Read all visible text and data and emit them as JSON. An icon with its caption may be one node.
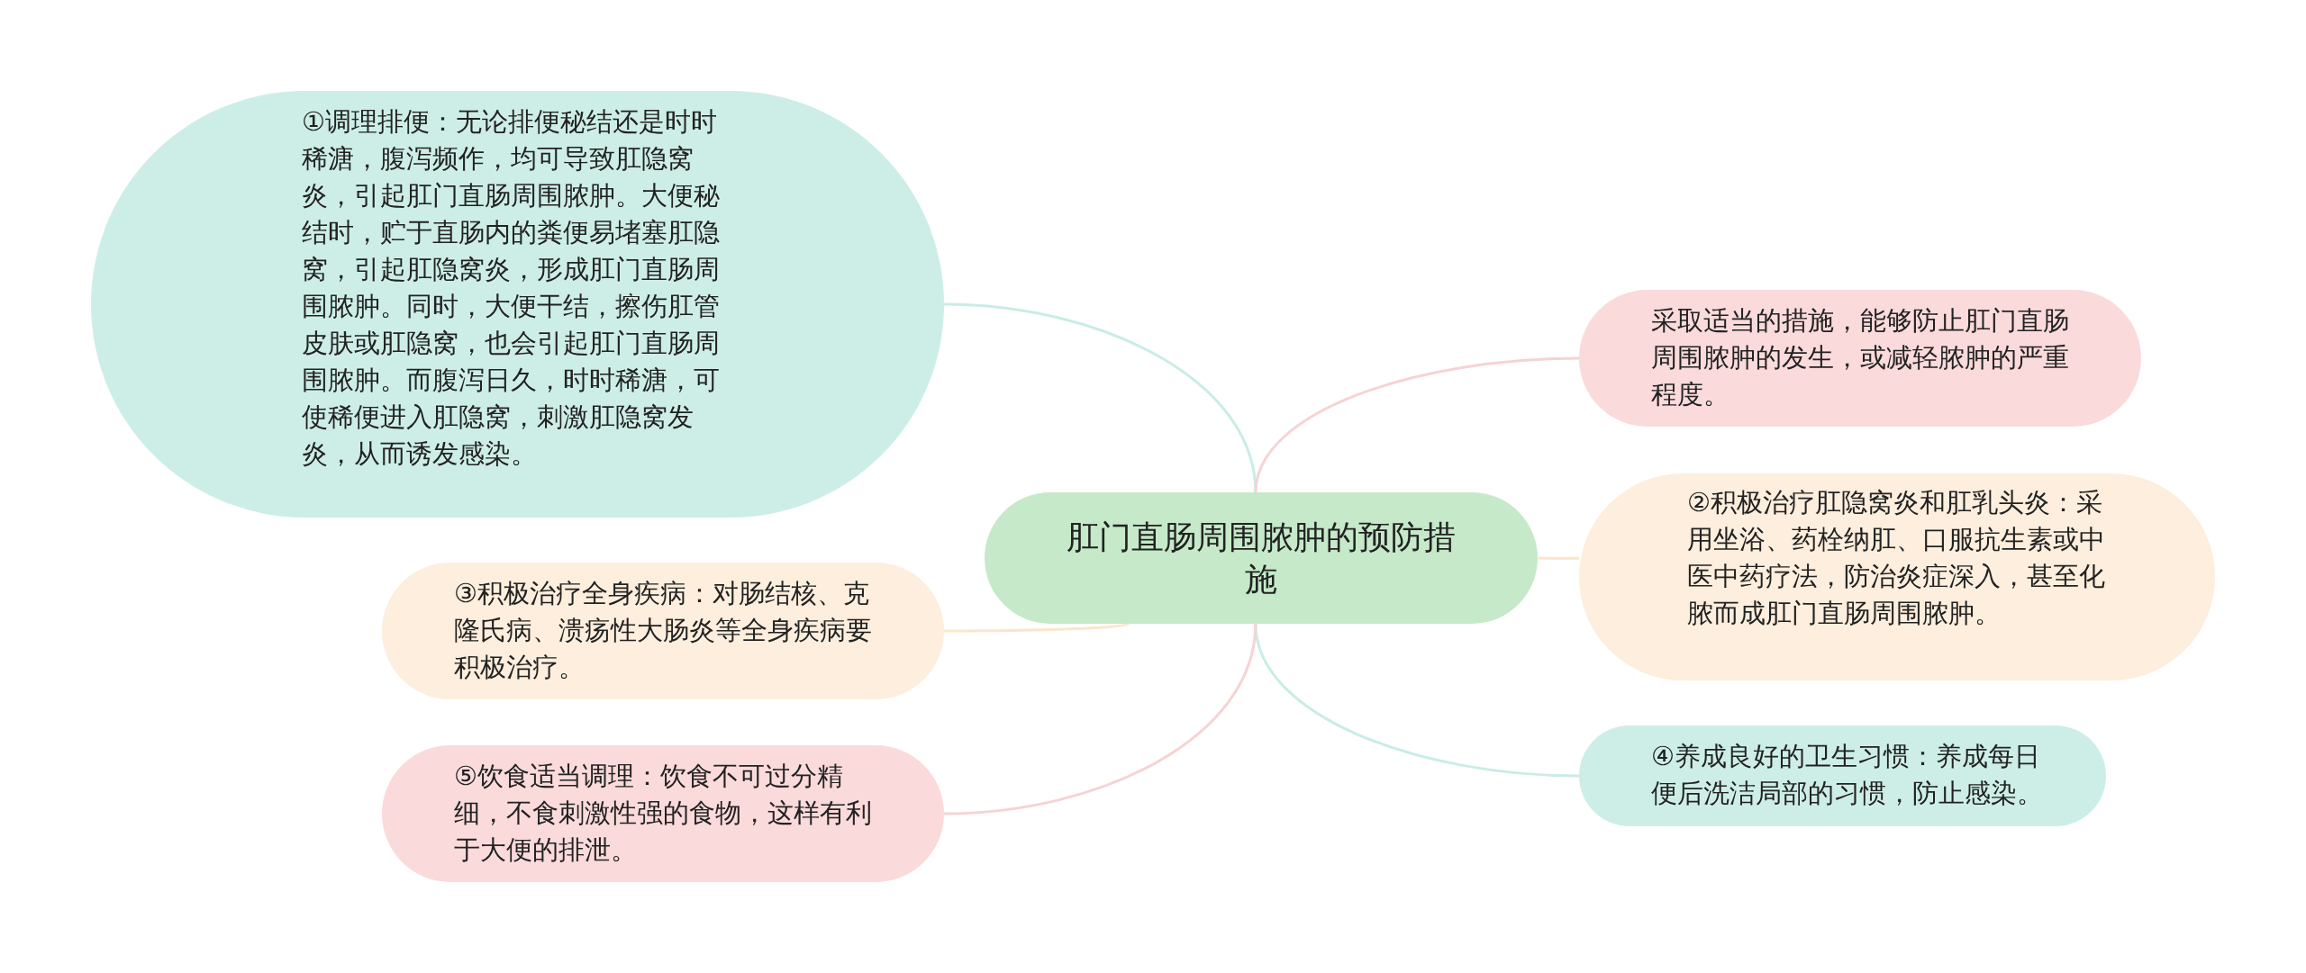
{
  "diagram": {
    "nodes": [
      {
        "text": [
          "肛门直肠周围脓肿的预防措施"
        ]
      },
      {
        "text": [
          "①调理排便：无论排便秘结还是时时稀溏，腹泻频作，均可导致肛隐窝炎，引起肛门直肠周围脓肿。大便秘结时，贮于直肠内的粪便易堵塞肛隐窝，引起肛隐窝炎，形成肛门直肠周围脓肿。同时，大便干结，擦伤肛管皮肤或肛隐窝，也会引起肛门直肠周围脓肿。而腹泻日久，时时稀溏，可使稀便进入肛隐窝，刺激肛隐窝发炎，从而诱发感染。"
        ]
      },
      {
        "text": [
          "采取适当的措施，能够防止肛门直肠周围脓肿的发生，或减轻脓肿的严重程度。"
        ]
      },
      {
        "text": [
          "②积极治疗肛隐窝炎和肛乳头炎：采用坐浴、药栓纳肛、口服抗生素或中医中药疗法，防治炎症深入，甚至化脓而成肛门直肠周围脓肿。"
        ]
      },
      {
        "text": [
          "③积极治疗全身疾病：对肠结核、克隆氏病、溃疡性大肠炎等全身疾病要积极治疗。"
        ]
      },
      {
        "text": [
          "④养成良好的卫生习惯：养成每日便后洗洁局部的习惯，防止感染。"
        ]
      },
      {
        "text": [
          "⑤饮食适当调理：饮食不可过分精细，不食刺激性强的食物，这样有利于大便的排泄。"
        ]
      }
    ],
    "edges": [
      {
        "from": 0,
        "to": 1,
        "arrow": "none",
        "color": "#c9ece6"
      },
      {
        "from": 0,
        "to": 2,
        "arrow": "none",
        "color": "#f6d3d4"
      },
      {
        "from": 0,
        "to": 3,
        "arrow": "none",
        "color": "#fbe6cc"
      },
      {
        "from": 0,
        "to": 4,
        "arrow": "none",
        "color": "#fbe6cc"
      },
      {
        "from": 0,
        "to": 5,
        "arrow": "none",
        "color": "#c9ece6"
      },
      {
        "from": 0,
        "to": 6,
        "arrow": "none",
        "color": "#f6d3d4"
      }
    ]
  }
}
